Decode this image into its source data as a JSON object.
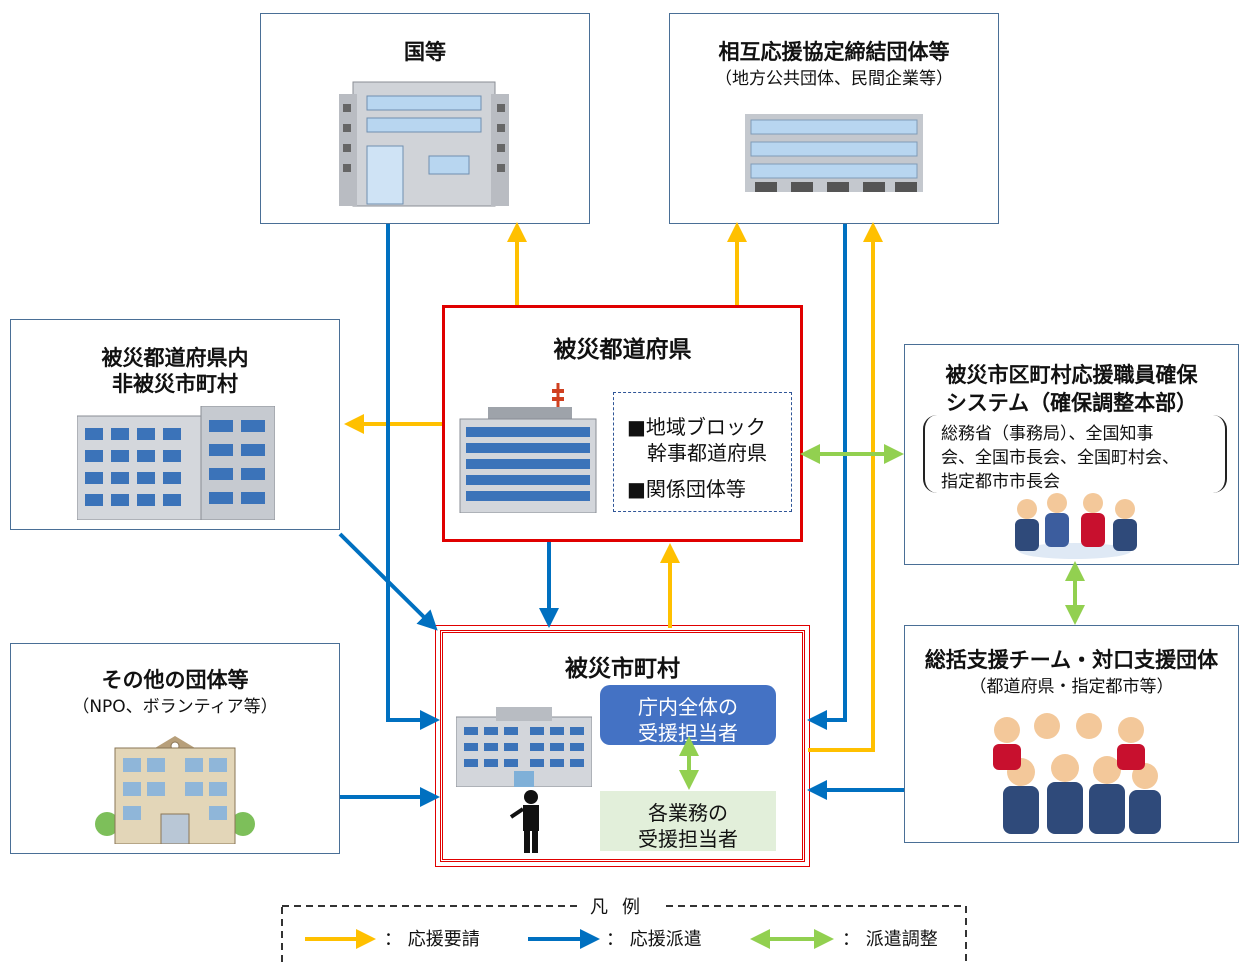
{
  "boxes": {
    "kuni": {
      "title": "国等"
    },
    "sougo": {
      "title": "相互応援協定締結団体等",
      "sub": "（地方公共団体、民間企業等）"
    },
    "hisai_pref": {
      "title": "被災都道府県",
      "item1a": "■地域ブロック",
      "item1b": "幹事都道府県",
      "item2": "■関係団体等"
    },
    "nai": {
      "title1": "被災都道府県内",
      "title2": "非被災市町村"
    },
    "system": {
      "title1": "被災市区町村応援職員確保",
      "title2": "システム（確保調整本部）",
      "note1": "総務省（事務局）、全国知事",
      "note2": "会、全国市長会、全国町村会、",
      "note3": "指定都市市長会"
    },
    "other": {
      "title": "その他の団体等",
      "sub": "（NPO、ボランティア等）"
    },
    "hisai_city": {
      "title": "被災市町村",
      "inner1a": "庁内全体の",
      "inner1b": "受援担当者",
      "inner2a": "各業務の",
      "inner2b": "受援担当者"
    },
    "team": {
      "title": "総括支援チーム・対口支援団体",
      "sub": "（都道府県・指定都市等）"
    }
  },
  "legend": {
    "title": "凡例",
    "items": [
      {
        "label": "： 応援要請",
        "color": "#ffc000"
      },
      {
        "label": "： 応援派遣",
        "color": "#0070c0"
      },
      {
        "label": "： 派遣調整",
        "color": "#92d050"
      }
    ]
  },
  "colors": {
    "request": "#ffc000",
    "dispatch": "#0070c0",
    "coordinate": "#92d050",
    "frame_red": "#e00000"
  }
}
